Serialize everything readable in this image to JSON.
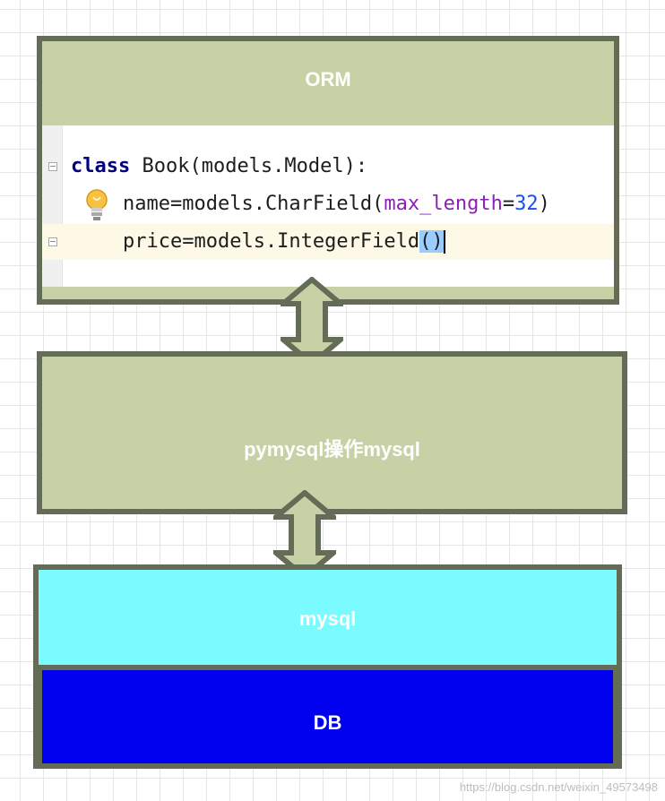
{
  "layers": {
    "orm_label": "ORM",
    "pymysql_label": "pymysql操作mysql",
    "mysql_label": "mysql",
    "db_label": "DB"
  },
  "code": {
    "line1_keyword": "class",
    "line1_rest": " Book(models.Model):",
    "line2_prefix": "name=models.CharField(",
    "line2_param": "max_length",
    "line2_eq": "=",
    "line2_value": "32",
    "line2_close": ")",
    "line3_prefix": "price=models.IntegerField",
    "line3_parens": "()"
  },
  "watermark": "https://blog.csdn.net/weixin_49573498",
  "colors": {
    "box_fill": "#c6d2a6",
    "box_border": "#646b56",
    "mysql_fill": "#79fbff",
    "db_fill": "#0000ee"
  }
}
